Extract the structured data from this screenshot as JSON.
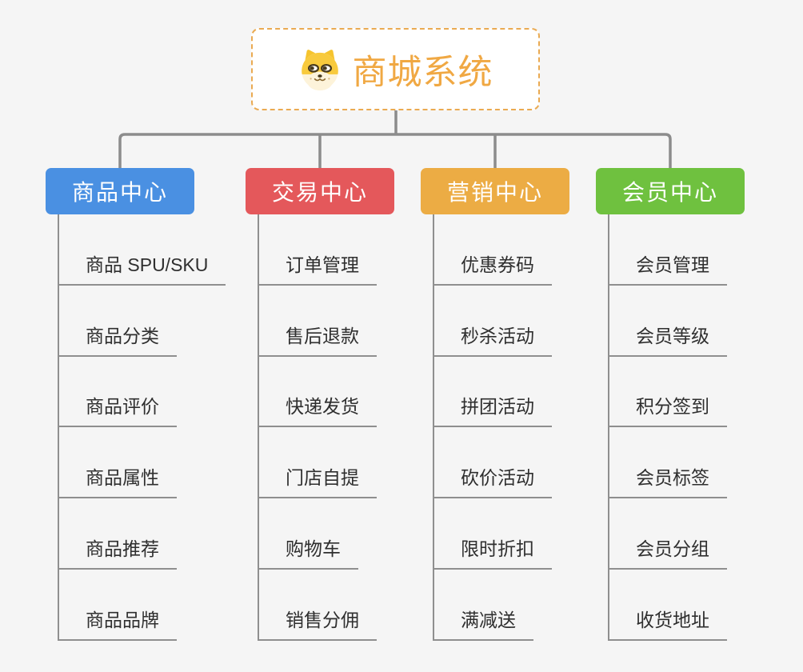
{
  "canvas": {
    "background": "#f5f5f5",
    "connector_color": "#8f8f8f"
  },
  "root": {
    "label": "商城系统",
    "icon": "doge-icon",
    "text_color": "#f0a843",
    "border_color": "#eaaa52",
    "background": "#ffffff"
  },
  "branches": [
    {
      "label": "商品中心",
      "color": "#4a90e2",
      "items": [
        "商品 SPU/SKU",
        "商品分类",
        "商品评价",
        "商品属性",
        "商品推荐",
        "商品品牌"
      ]
    },
    {
      "label": "交易中心",
      "color": "#e4585b",
      "items": [
        "订单管理",
        "售后退款",
        "快递发货",
        "门店自提",
        "购物车",
        "销售分佣"
      ]
    },
    {
      "label": "营销中心",
      "color": "#ecac44",
      "items": [
        "优惠券码",
        "秒杀活动",
        "拼团活动",
        "砍价活动",
        "限时折扣",
        "满减送"
      ]
    },
    {
      "label": "会员中心",
      "color": "#6fc13f",
      "items": [
        "会员管理",
        "会员等级",
        "积分签到",
        "会员标签",
        "会员分组",
        "收货地址"
      ]
    }
  ],
  "leaf_text_color": "#2f2f2f",
  "leaf_line_color": "#8f8f8f"
}
